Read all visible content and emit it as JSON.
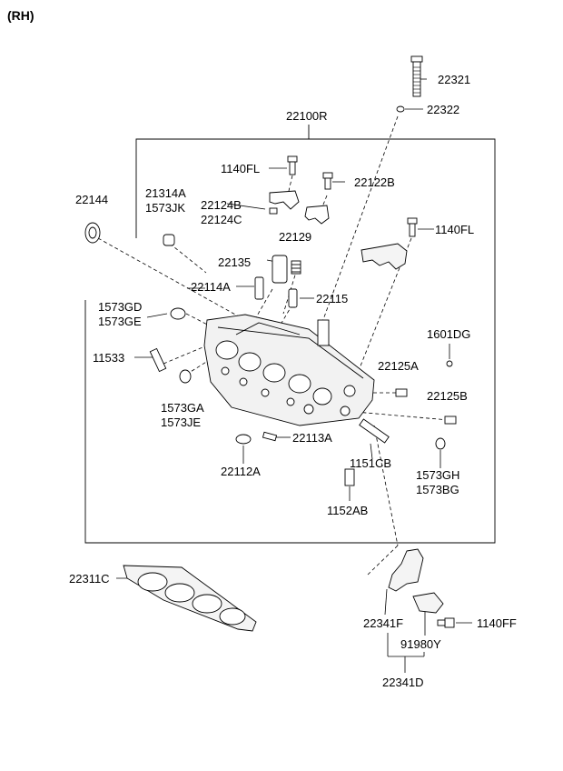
{
  "side_label": "(RH)",
  "parts": {
    "p22321": "22321",
    "p22322": "22322",
    "p22100R": "22100R",
    "p1140FL_a": "1140FL",
    "p22122B": "22122B",
    "p22144": "22144",
    "p21314A": "21314A",
    "p1573JK": "1573JK",
    "p22124B": "22124B",
    "p22124C": "22124C",
    "p1140FL_b": "1140FL",
    "p22129": "22129",
    "p22135": "22135",
    "p22114A": "22114A",
    "p22115": "22115",
    "p1573GD": "1573GD",
    "p1573GE": "1573GE",
    "p1601DG": "1601DG",
    "p11533": "11533",
    "p22125A": "22125A",
    "p22125B": "22125B",
    "p1573GA": "1573GA",
    "p1573JE": "1573JE",
    "p22113A": "22113A",
    "p1151CB": "1151CB",
    "p22112A": "22112A",
    "p1573GH": "1573GH",
    "p1573BG": "1573BG",
    "p1152AB": "1152AB",
    "p22311C": "22311C",
    "p22341F": "22341F",
    "p1140FF": "1140FF",
    "p91980Y": "91980Y",
    "p22341D": "22341D"
  },
  "colors": {
    "ink": "#000000",
    "paper": "#ffffff",
    "shade": "#d9d9d9"
  }
}
